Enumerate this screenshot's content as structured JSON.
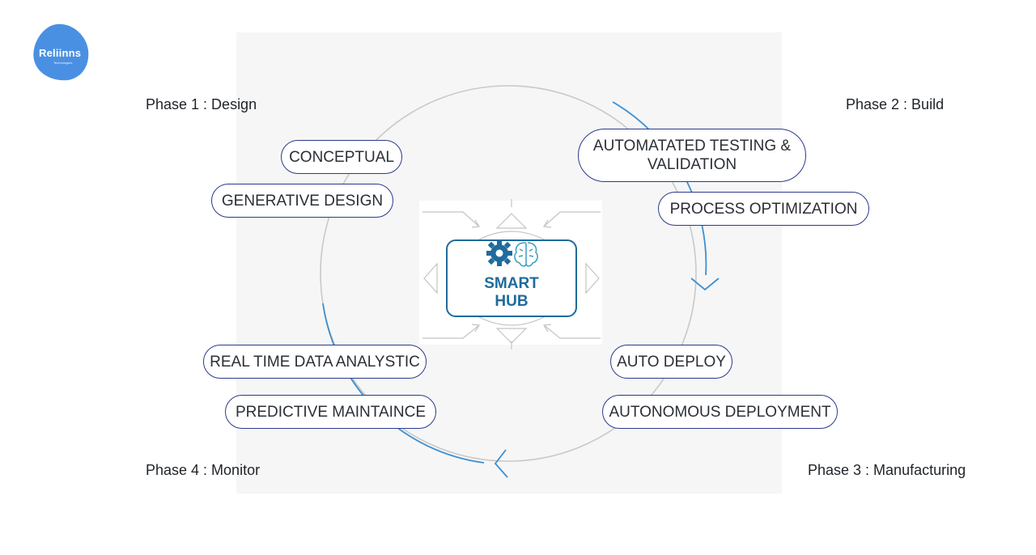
{
  "brand": {
    "logo_text": "Reliinns",
    "logo_subtext": "Technologies",
    "color": "#4a90e2"
  },
  "phases": {
    "p1": "Phase 1 : Design",
    "p2": "Phase 2 : Build",
    "p3": "Phase 3 : Manufacturing",
    "p4": "Phase 4 : Monitor"
  },
  "pills": {
    "conceptual": "CONCEPTUAL",
    "generative_design": "GENERATIVE DESIGN",
    "automated_testing_line1": "AUTOMATATED TESTING &",
    "automated_testing_line2": "VALIDATION",
    "process_optimization": "PROCESS OPTIMIZATION",
    "auto_deploy": "AUTO DEPLOY",
    "autonomous_deployment": "AUTONOMOUS DEPLOYMENT",
    "real_time_data": "REAL TIME DATA ANALYSTIC",
    "predictive_maintaince": "PREDICTIVE MAINTAINCE"
  },
  "hub": {
    "line1": "SMART",
    "line2": "HUB",
    "icons": [
      "gear-icon",
      "brain-icon"
    ]
  },
  "colors": {
    "cycle_accent": "#3d8fd1",
    "cycle_grey": "#c9c9c9",
    "pill_border": "#2a3a8c",
    "hub_blue": "#1f6b9c"
  }
}
